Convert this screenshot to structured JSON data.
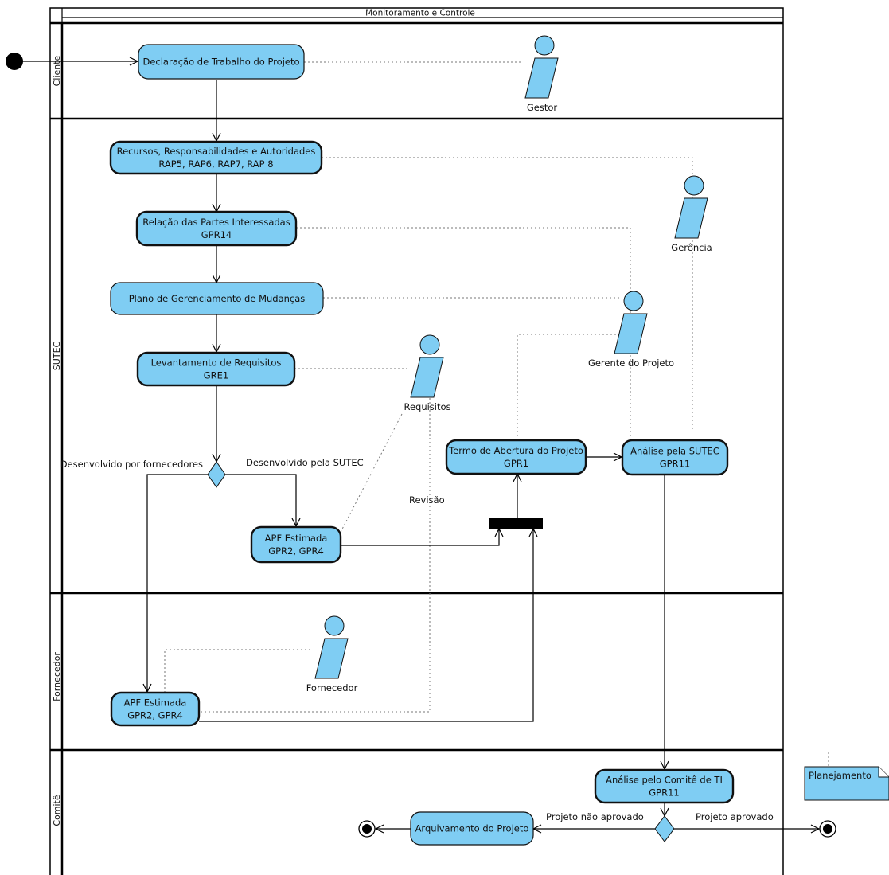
{
  "pool": {
    "title": "Monitoramento e Controle"
  },
  "lanes": [
    {
      "id": "cliente",
      "label": "Cliente"
    },
    {
      "id": "sutec",
      "label": "SUTEC"
    },
    {
      "id": "fornecedor",
      "label": "Fornecedor"
    },
    {
      "id": "comite",
      "label": "Comitê"
    }
  ],
  "actions": [
    {
      "id": "declaracao",
      "lines": [
        "Declaração de Trabalho do Projeto"
      ]
    },
    {
      "id": "recursos",
      "lines": [
        "Recursos, Responsabilidades e Autoridades",
        "RAP5, RAP6, RAP7, RAP 8"
      ]
    },
    {
      "id": "partes",
      "lines": [
        "Relação das Partes Interessadas",
        "GPR14"
      ]
    },
    {
      "id": "mudancas",
      "lines": [
        "Plano de Gerenciamento de Mudanças"
      ]
    },
    {
      "id": "requisitos",
      "lines": [
        "Levantamento de Requisitos",
        "GRE1"
      ]
    },
    {
      "id": "apf_sutec",
      "lines": [
        "APF Estimada",
        "GPR2, GPR4"
      ]
    },
    {
      "id": "termo",
      "lines": [
        "Termo de Abertura do Projeto",
        "GPR1"
      ]
    },
    {
      "id": "analise_sutec",
      "lines": [
        "Análise pela SUTEC",
        "GPR11"
      ]
    },
    {
      "id": "apf_forn",
      "lines": [
        "APF Estimada",
        "GPR2, GPR4"
      ]
    },
    {
      "id": "analise_comite",
      "lines": [
        "Análise pelo Comitê de TI",
        "GPR11"
      ]
    },
    {
      "id": "arquivamento",
      "lines": [
        "Arquivamento do Projeto"
      ]
    }
  ],
  "actors": [
    {
      "id": "gestor",
      "label": "Gestor"
    },
    {
      "id": "gerencia",
      "label": "Gerência"
    },
    {
      "id": "gerente",
      "label": "Gerente do Projeto"
    },
    {
      "id": "req_actor",
      "label": "Requisitos"
    },
    {
      "id": "fornecedor_actor",
      "label": "Fornecedor"
    }
  ],
  "edge_labels": {
    "por_fornecedores": "Desenvolvido por fornecedores",
    "pela_sutec": "Desenvolvido pela SUTEC",
    "revisao": "Revisão",
    "nao_aprovado": "Projeto não aprovado",
    "aprovado": "Projeto aprovado"
  },
  "note": {
    "text": "Planejamento"
  },
  "colors": {
    "action_fill": "#7fcdf3",
    "actor_fill": "#7fcdf3",
    "line": "#000000",
    "association": "#777777"
  }
}
